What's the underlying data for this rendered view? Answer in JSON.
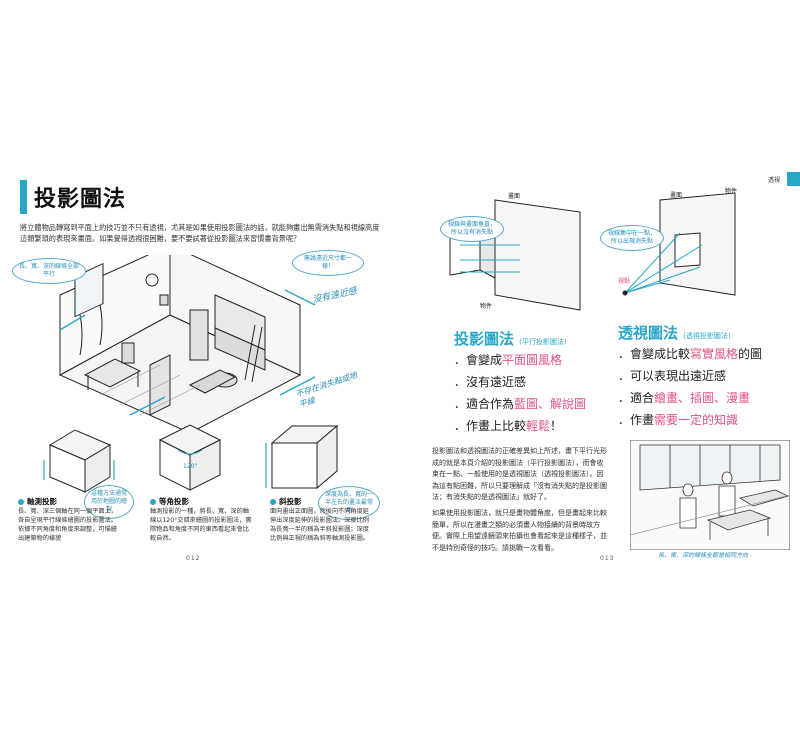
{
  "left_page": {
    "title": "投影圖法",
    "intro": "將立體物品轉寫到平面上的技巧並不只有透視，尤其是如果使用投影圖法的話，就能夠畫出無需消失點和視線高度這類繁瑣的表現來畫面。如果覺得透視很困難，要不要試著從投影圖法來習慣畫背景呢？",
    "room_notes": {
      "top_left": "長、寬、深的線條全部平行",
      "top_right": "無論遠近尺寸都一樣！",
      "right_hand": "沒有遠近感",
      "bottom_right": "不存在消失點或地平線"
    },
    "sections": [
      {
        "head": "軸測投影",
        "body": "長、寬、深三個軸在同一個平面上，各自呈現平行線條繪圖的投影圖法。依據不同角度和角度來調整，可描繪出建築物的樣貌",
        "note": "這種方法通常用於地圖的繪製"
      },
      {
        "head": "等角投影",
        "body": "軸測投影的一種，將長、寬、深的軸線以120°交錯來繪圖的投影圖法，實際物品和角度不同的東西看起來會比較自然。",
        "angle": "120°"
      },
      {
        "head": "斜投影",
        "body": "面向畫出正面圖，然後向不同角度延伸出深度延伸的投影圖法。深度比例為長寬一半的稱為半斜投影圖；深度比例與正視的稱為斜等軸測投影圖。",
        "note": "深度為長、寬的一半左右的畫法最常用"
      }
    ],
    "page_number": "012"
  },
  "right_page": {
    "chapter_tab": "透視",
    "left_diagram": {
      "screen_label": "畫面",
      "object_label": "物件",
      "note": "視線與畫面垂直，所以沒有消失點"
    },
    "right_diagram": {
      "screen_label": "畫面",
      "object_label": "物件",
      "viewpoint_label": "視點",
      "note": "視線集中在一點，所以出現消失點"
    },
    "projection": {
      "head": "投影圖法",
      "sub": "(平行投影圖法)",
      "bullets": [
        {
          "pre": "．會變成",
          "em": "平面圖風格",
          "post": ""
        },
        {
          "pre": "．沒有遠近感",
          "em": "",
          "post": ""
        },
        {
          "pre": "．適合作為",
          "em": "藍圖、解說圖",
          "post": ""
        },
        {
          "pre": "．作畫上比較",
          "em": "輕鬆",
          "post": "！"
        }
      ]
    },
    "perspective": {
      "head": "透視圖法",
      "sub": "(透視投影圖法)",
      "bullets": [
        {
          "pre": "．會變成比較",
          "em": "寫實風格",
          "post": "的圖"
        },
        {
          "pre": "．可以表現出遠近感",
          "em": "",
          "post": ""
        },
        {
          "pre": "．適合",
          "em": "繪畫、插圖、漫畫",
          "post": ""
        },
        {
          "pre": "．作畫",
          "em": "需要一定的知識",
          "post": ""
        }
      ]
    },
    "body_1": "投影圖法和透視圖法的正確差異如上所述，畫下平行光形成的就是本頁介紹的投影圖法（平行投影圖法），而會收束在一點、一般使用的是透視圖法（透視投影圖法）。因為這有點困難，所以只要理解成「沒有消失點的是投影圖法；有消失點的是透視圖法」就好了。",
    "body_2": "如果使用投影圖法，就只是畫物體角度，但是畫起來比較簡單，所以在漫畫之類的必須畫人物接續的背景時故方便。實際上用望遠鏡頭來拍攝也會看起來是這種樣子，並不是特別奇怪的技巧。請挑戰一次看看。",
    "classroom_caption": "長、寬、深的線條全都是相同方向",
    "page_number": "013"
  }
}
